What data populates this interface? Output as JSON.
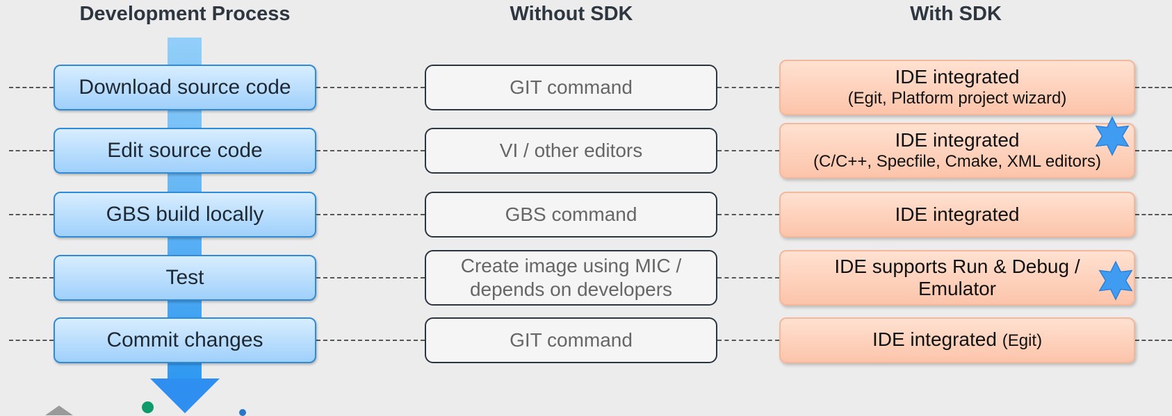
{
  "headers": {
    "process": "Development Process",
    "without": "Without SDK",
    "with": "With SDK"
  },
  "rows": [
    {
      "process": "Download source code",
      "without": [
        "GIT command"
      ],
      "with_main": "IDE integrated",
      "with_sub": "(Egit, Platform project wizard)",
      "with_inline": "",
      "star": false
    },
    {
      "process": "Edit source code",
      "without": [
        "VI / other editors"
      ],
      "with_main": "IDE integrated",
      "with_sub": "(C/C++, Specfile, Cmake, XML editors)",
      "with_inline": "",
      "star": true
    },
    {
      "process": "GBS build locally",
      "without": [
        "GBS command"
      ],
      "with_main": "IDE integrated",
      "with_sub": "",
      "with_inline": "",
      "star": false
    },
    {
      "process": "Test",
      "without": [
        "Create image using MIC /",
        "depends on developers"
      ],
      "with_main": "IDE supports Run & Debug /",
      "with_sub": "Emulator",
      "with_inline": "",
      "star": true
    },
    {
      "process": "Commit changes",
      "without": [
        "GIT command"
      ],
      "with_main": "IDE integrated",
      "with_sub": "",
      "with_inline": "(Egit)",
      "star": false
    }
  ],
  "colors": {
    "process_fill": "#9fd0fb",
    "sdk_fill": "#fcc4aa",
    "star": "#3f9cf0",
    "arrow": "#2f8ff0"
  },
  "icons": {
    "star": "star-icon",
    "arrow": "down-arrow-icon"
  }
}
